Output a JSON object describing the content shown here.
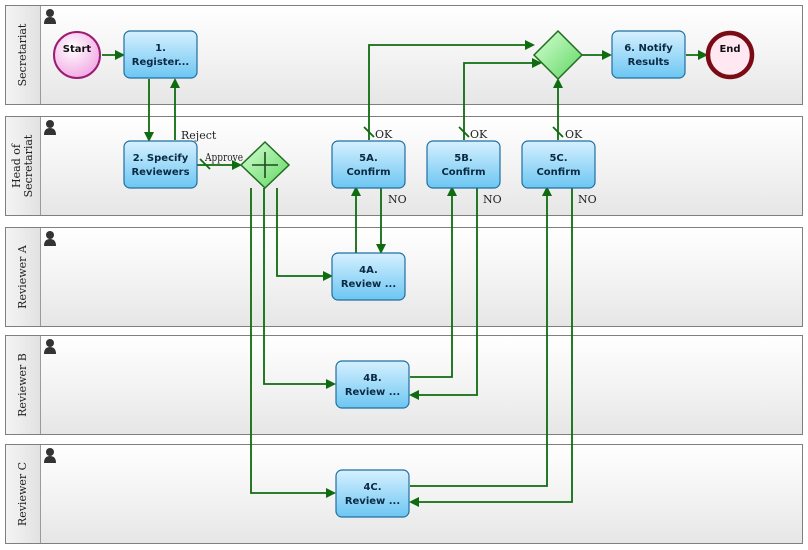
{
  "lanes": [
    {
      "label_lines": [
        "Secretariat"
      ]
    },
    {
      "label_lines": [
        "Head of",
        "Secretariat"
      ]
    },
    {
      "label_lines": [
        "Reviewer A"
      ]
    },
    {
      "label_lines": [
        "Reviewer B"
      ]
    },
    {
      "label_lines": [
        "Reviewer C"
      ]
    }
  ],
  "events": {
    "start": "Start",
    "end": "End"
  },
  "tasks": {
    "t1": [
      "1.",
      "Register..."
    ],
    "t2": [
      "2. Specify",
      "Reviewers"
    ],
    "t5a": [
      "5A.",
      "Confirm"
    ],
    "t5b": [
      "5B.",
      "Confirm"
    ],
    "t5c": [
      "5C.",
      "Confirm"
    ],
    "t4a": [
      "4A.",
      "Review ..."
    ],
    "t4b": [
      "4B.",
      "Review ..."
    ],
    "t4c": [
      "4C.",
      "Review ..."
    ],
    "t6": [
      "6. Notify",
      "Results"
    ]
  },
  "edge_labels": {
    "reject": "Reject",
    "approve": "Approve",
    "ok_a": "OK",
    "ok_b": "OK",
    "ok_c": "OK",
    "no_a": "NO",
    "no_b": "NO",
    "no_c": "NO"
  },
  "colors": {
    "flow": "#0f6b0f",
    "task_border": "#1f6fa0",
    "task_fill_top": "#d6f0ff",
    "task_fill_bottom": "#6cc6f2",
    "start_fill": "#f7c9ee",
    "end_ring": "#7a0a14",
    "gateway_fill": "#8ef08e"
  }
}
